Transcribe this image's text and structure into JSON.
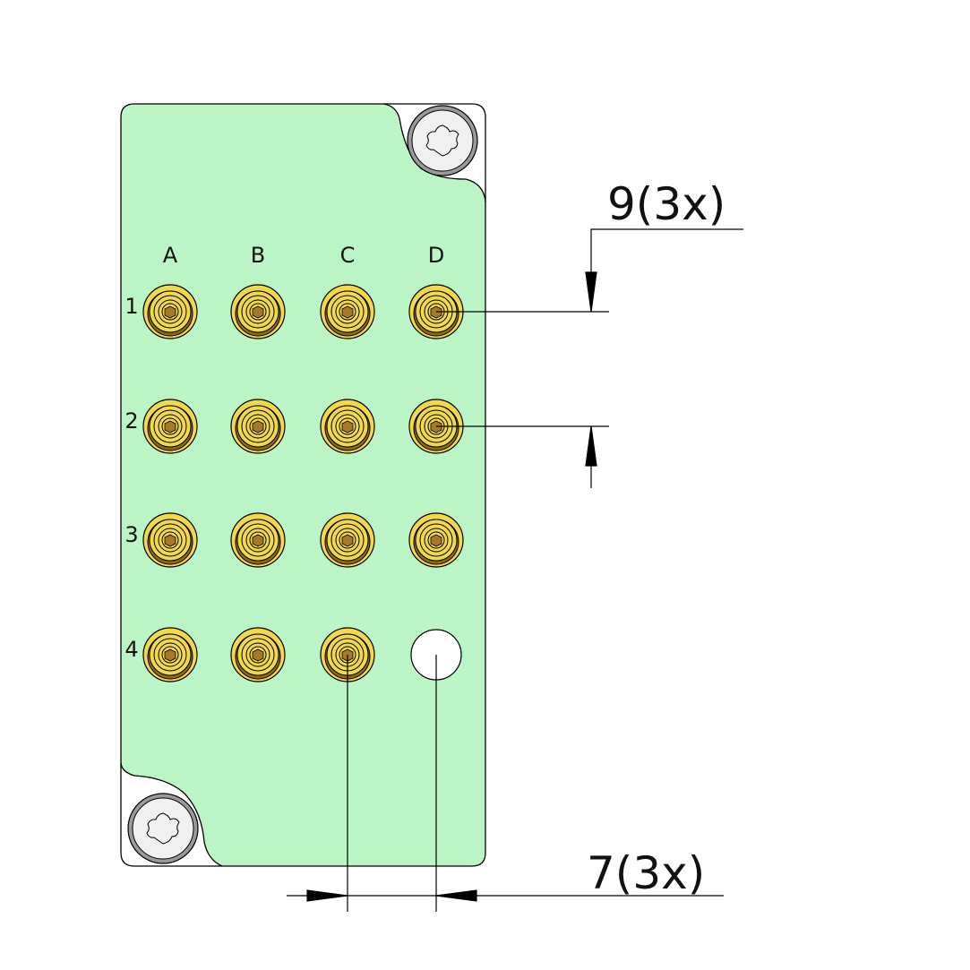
{
  "columns": [
    "A",
    "B",
    "C",
    "D"
  ],
  "rows": [
    "1",
    "2",
    "3",
    "4"
  ],
  "empty_positions": [
    "D4"
  ],
  "dimensions": {
    "vertical_pitch": "9(3x)",
    "horizontal_pitch": "7(3x)"
  },
  "colors": {
    "panel": "#bbf5c5",
    "contact_gold": "#f2d94c",
    "contact_dark": "#8a6a10",
    "screw": "#f0f0f0"
  }
}
